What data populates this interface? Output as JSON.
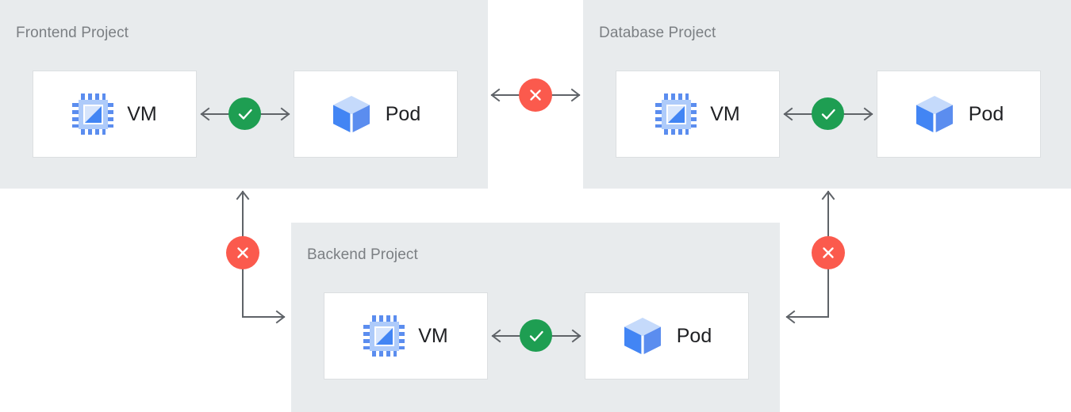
{
  "diagram": {
    "title_color": "#7b7f83",
    "panel_bg": "#e8ebed",
    "card_bg": "#ffffff",
    "card_border": "#dcdfe1",
    "connector_color": "#5f6368",
    "ok_color": "#1e9e52",
    "blocked_color": "#fb5a4d",
    "vm_icon_color": "#5b8def",
    "pod_icon_color": "#4285f4"
  },
  "projects": [
    {
      "id": "frontend",
      "title": "Frontend Project",
      "resources": [
        {
          "id": "vm",
          "label": "VM",
          "icon": "cpu-chip-icon"
        },
        {
          "id": "pod",
          "label": "Pod",
          "icon": "cube-icon"
        }
      ],
      "internal_link": {
        "status": "allowed",
        "icon": "check-circle-icon"
      }
    },
    {
      "id": "database",
      "title": "Database Project",
      "resources": [
        {
          "id": "vm",
          "label": "VM",
          "icon": "cpu-chip-icon"
        },
        {
          "id": "pod",
          "label": "Pod",
          "icon": "cube-icon"
        }
      ],
      "internal_link": {
        "status": "allowed",
        "icon": "check-circle-icon"
      }
    },
    {
      "id": "backend",
      "title": "Backend Project",
      "resources": [
        {
          "id": "vm",
          "label": "VM",
          "icon": "cpu-chip-icon"
        },
        {
          "id": "pod",
          "label": "Pod",
          "icon": "cube-icon"
        }
      ],
      "internal_link": {
        "status": "allowed",
        "icon": "check-circle-icon"
      }
    }
  ],
  "cross_project_links": [
    {
      "id": "frontend-database",
      "from": "frontend",
      "to": "database",
      "status": "blocked",
      "icon": "x-circle-icon",
      "direction": "bidirectional"
    },
    {
      "id": "frontend-backend",
      "from": "frontend",
      "to": "backend",
      "status": "blocked",
      "icon": "x-circle-icon",
      "direction": "bidirectional"
    },
    {
      "id": "database-backend",
      "from": "database",
      "to": "backend",
      "status": "blocked",
      "icon": "x-circle-icon",
      "direction": "bidirectional"
    }
  ]
}
